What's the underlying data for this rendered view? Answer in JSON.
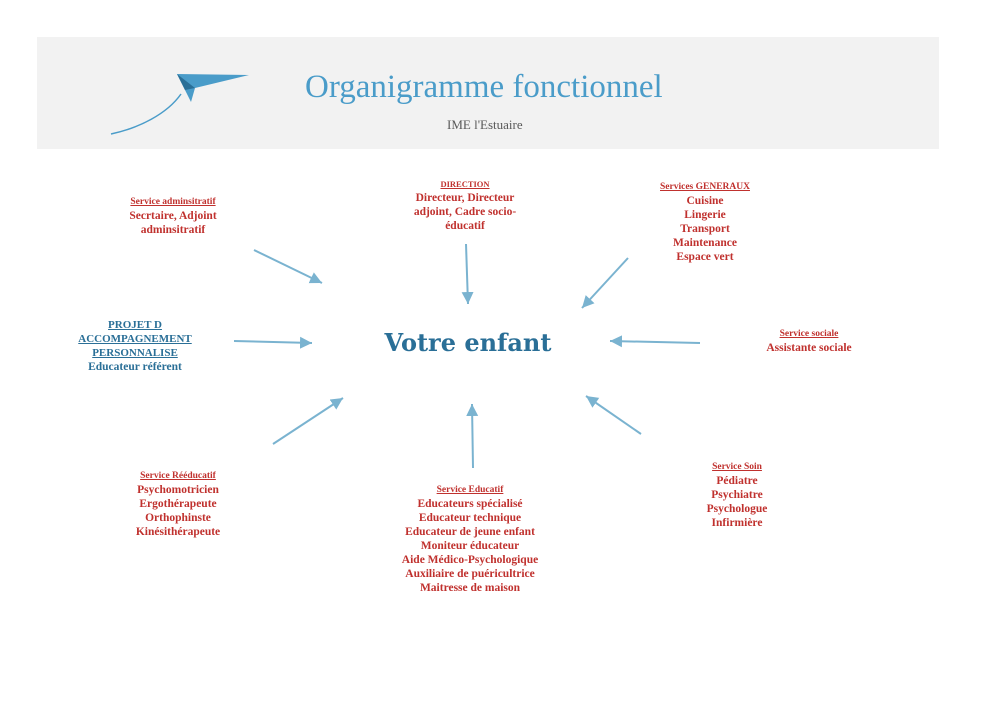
{
  "header": {
    "title": "Organigramme fonctionnel",
    "subtitle": "IME l'Estuaire"
  },
  "center": {
    "label": "Votre enfant"
  },
  "boxes": {
    "admin": {
      "head": "Service adminsitratif",
      "lines": [
        "Secrtaire, Adjoint",
        "adminsitratif"
      ]
    },
    "direction": {
      "head": "direction",
      "lines": [
        "Directeur, Directeur",
        "adjoint, Cadre socio-",
        "éducatif"
      ]
    },
    "generaux": {
      "head": "Services GENERAUX",
      "lines": [
        "Cuisine",
        "Lingerie",
        "Transport",
        "Maintenance",
        "Espace vert"
      ]
    },
    "projet": {
      "head": [
        "PROJET D",
        "ACCOMPAGNEMENT",
        "PERSONNALISE"
      ],
      "lines": [
        "Educateur référent"
      ]
    },
    "sociale": {
      "head": "Service sociale",
      "lines": [
        "Assistante sociale"
      ]
    },
    "reeducatif": {
      "head": "Service Rééducatif",
      "lines": [
        "Psychomotricien",
        "Ergothérapeute",
        "Orthophinste",
        "Kinésithérapeute"
      ]
    },
    "educatif": {
      "head": "Service Educatif",
      "lines": [
        "Educateurs spécialisé",
        "Educateur technique",
        "Educateur de jeune enfant",
        "Moniteur éducateur",
        "Aide Médico-Psychologique",
        "Auxiliaire de puéricultrice",
        "Maitresse de maison"
      ]
    },
    "soin": {
      "head": "Service Soin",
      "lines": [
        "Pédiatre",
        "Psychiatre",
        "Psychologue",
        "Infirmière"
      ]
    }
  },
  "colors": {
    "accent": "#4a9cc9",
    "red": "#c0312e",
    "blue": "#2a6f97",
    "arrow": "#7ab3d0"
  }
}
